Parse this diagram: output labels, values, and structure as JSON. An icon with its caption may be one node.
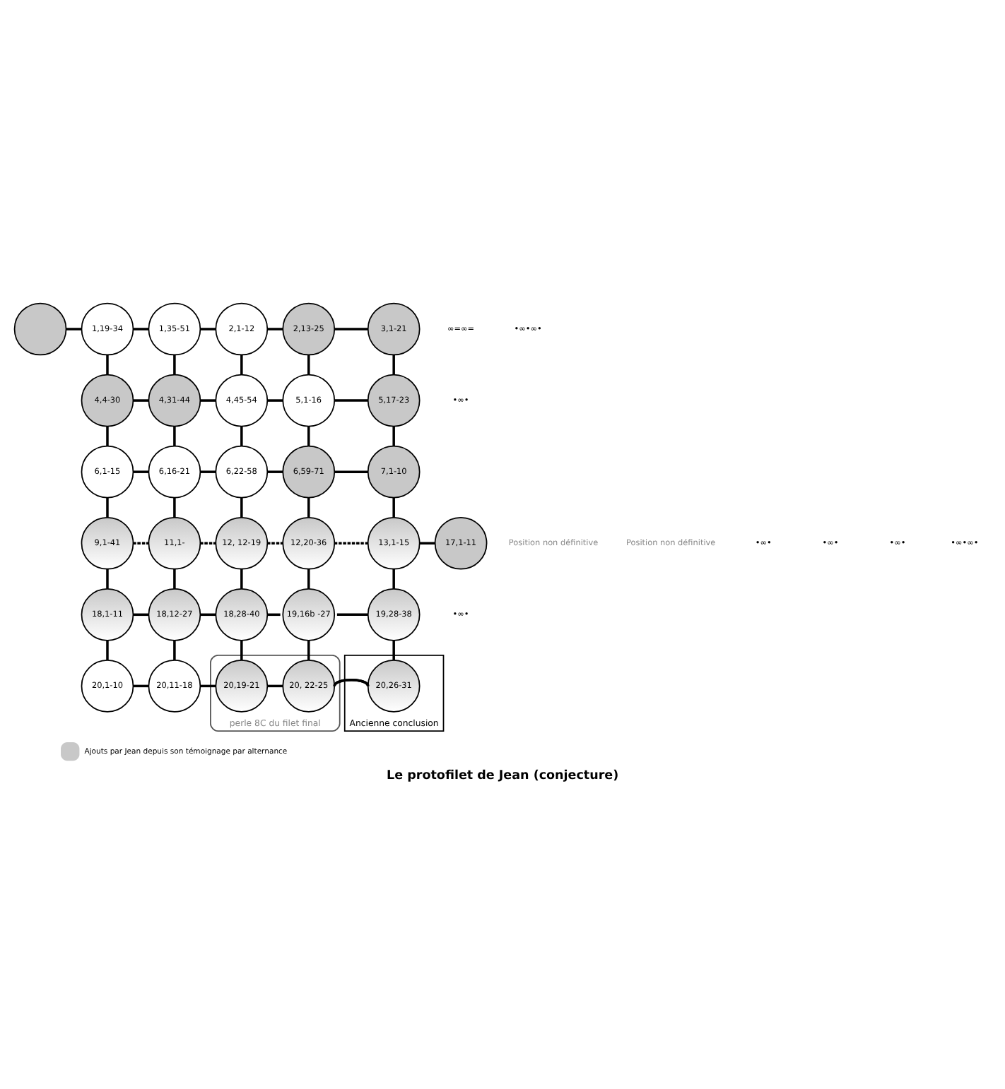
{
  "diagram": {
    "title": "Le protofilet de Jean (conjecture)",
    "nodes": [
      {
        "text": [],
        "shape": "circle"
      },
      {
        "text": [
          "1,19-34"
        ]
      },
      {
        "text": [
          "1,35-51"
        ]
      },
      {
        "text": [
          "2,1-12"
        ]
      },
      {
        "text": [
          "2,13-25"
        ]
      },
      {
        "text": [
          "3,1-21"
        ]
      },
      {
        "text": [
          "4,4-30"
        ]
      },
      {
        "text": [
          "4,31-44"
        ]
      },
      {
        "text": [
          "4,45-54"
        ]
      },
      {
        "text": [
          "5,1-16"
        ]
      },
      {
        "text": [
          "5,17-23"
        ]
      },
      {
        "text": [
          "6,1-15"
        ]
      },
      {
        "text": [
          "6,16-21"
        ]
      },
      {
        "text": [
          "6,22-58"
        ]
      },
      {
        "text": [
          "6,59-71"
        ]
      },
      {
        "text": [
          "7,1-10"
        ]
      },
      {
        "text": [
          "9,1-41"
        ]
      },
      {
        "text": [
          "11,1-"
        ]
      },
      {
        "text": [
          "12, 12-19"
        ]
      },
      {
        "text": [
          "12,20-36"
        ]
      },
      {
        "text": [
          "13,1-15"
        ]
      },
      {
        "text": [
          "17,1-11"
        ]
      },
      {
        "text": [
          "18,1-11"
        ]
      },
      {
        "text": [
          "18,12-27"
        ]
      },
      {
        "text": [
          "18,28-40"
        ]
      },
      {
        "text": [
          "19,16b -27"
        ]
      },
      {
        "text": [
          "19,28-38"
        ]
      },
      {
        "text": [
          "20,1-10"
        ]
      },
      {
        "text": [
          "20,11-18"
        ]
      },
      {
        "text": [
          "perle 8C du filet final"
        ]
      },
      {
        "text": [
          "20,19-21"
        ],
        "in": 29
      },
      {
        "text": [
          "20, 22-25"
        ],
        "in": 29
      },
      {
        "text": [
          "Ancienne conclusion"
        ]
      },
      {
        "text": [
          "20,26-31"
        ],
        "in": 32
      }
    ],
    "edges": [
      {
        "from": 0,
        "to": 1,
        "arrow": "none"
      },
      {
        "from": 1,
        "to": 2,
        "arrow": "none"
      },
      {
        "from": 2,
        "to": 3,
        "arrow": "none"
      },
      {
        "from": 3,
        "to": 4,
        "arrow": "none"
      },
      {
        "from": 4,
        "to": 5,
        "arrow": "none"
      },
      {
        "from": 1,
        "to": 6,
        "arrow": "none"
      },
      {
        "from": 2,
        "to": 7,
        "arrow": "none"
      },
      {
        "from": 3,
        "to": 8,
        "arrow": "none"
      },
      {
        "from": 4,
        "to": 9,
        "arrow": "none"
      },
      {
        "from": 5,
        "to": 10,
        "arrow": "none"
      },
      {
        "from": 6,
        "to": 7,
        "arrow": "none"
      },
      {
        "from": 7,
        "to": 8,
        "arrow": "none"
      },
      {
        "from": 8,
        "to": 9,
        "arrow": "none"
      },
      {
        "from": 9,
        "to": 10,
        "arrow": "none"
      },
      {
        "from": 6,
        "to": 11,
        "arrow": "none"
      },
      {
        "from": 7,
        "to": 12,
        "arrow": "none"
      },
      {
        "from": 8,
        "to": 13,
        "arrow": "none"
      },
      {
        "from": 9,
        "to": 14,
        "arrow": "none"
      },
      {
        "from": 10,
        "to": 15,
        "arrow": "none"
      },
      {
        "from": 11,
        "to": 12,
        "arrow": "none"
      },
      {
        "from": 12,
        "to": 13,
        "arrow": "none"
      },
      {
        "from": 13,
        "to": 14,
        "arrow": "none"
      },
      {
        "from": 14,
        "to": 15,
        "arrow": "none"
      },
      {
        "from": 11,
        "to": 16,
        "arrow": "none"
      },
      {
        "from": 12,
        "to": 17,
        "arrow": "none"
      },
      {
        "from": 13,
        "to": 18,
        "arrow": "none"
      },
      {
        "from": 14,
        "to": 19,
        "arrow": "none"
      },
      {
        "from": 15,
        "to": 20,
        "arrow": "none"
      },
      {
        "from": 16,
        "to": 17,
        "arrow": "none",
        "style": "dashed"
      },
      {
        "from": 17,
        "to": 18,
        "arrow": "none",
        "style": "dashed"
      },
      {
        "from": 18,
        "to": 19,
        "arrow": "none",
        "style": "dashed"
      },
      {
        "from": 19,
        "to": 20,
        "arrow": "none",
        "style": "dashed"
      },
      {
        "from": 20,
        "to": 21,
        "arrow": "none"
      },
      {
        "from": 16,
        "to": 22,
        "arrow": "none"
      },
      {
        "from": 17,
        "to": 23,
        "arrow": "none"
      },
      {
        "from": 18,
        "to": 24,
        "arrow": "none"
      },
      {
        "from": 19,
        "to": 25,
        "arrow": "none"
      },
      {
        "from": 20,
        "to": 26,
        "arrow": "none"
      },
      {
        "from": 22,
        "to": 23,
        "arrow": "none"
      },
      {
        "from": 23,
        "to": 24,
        "arrow": "none"
      },
      {
        "from": 24,
        "to": 25,
        "arrow": "none"
      },
      {
        "from": 25,
        "to": 26,
        "arrow": "none"
      },
      {
        "from": 22,
        "to": 27,
        "arrow": "none"
      },
      {
        "from": 23,
        "to": 28,
        "arrow": "none"
      },
      {
        "from": 24,
        "to": 30,
        "arrow": "none"
      },
      {
        "from": 25,
        "to": 31,
        "arrow": "none"
      },
      {
        "from": 26,
        "to": 33,
        "arrow": "none"
      },
      {
        "from": 27,
        "to": 28,
        "arrow": "none"
      },
      {
        "from": 28,
        "to": 30,
        "arrow": "none"
      },
      {
        "from": 30,
        "to": 31,
        "arrow": "none"
      },
      {
        "from": 31,
        "to": 33,
        "arrow": "none"
      }
    ],
    "labels": [
      "∞=∞=",
      "•∞•∞•",
      "•∞•",
      "Position non définitive",
      "Position non définitive",
      "•∞•",
      "•∞•",
      "•∞•",
      "•∞•∞•",
      "•∞•"
    ],
    "legend": [
      {
        "text": "Ajouts par Jean depuis son témoignage par alternance",
        "color": "#c8c8c8"
      }
    ]
  }
}
